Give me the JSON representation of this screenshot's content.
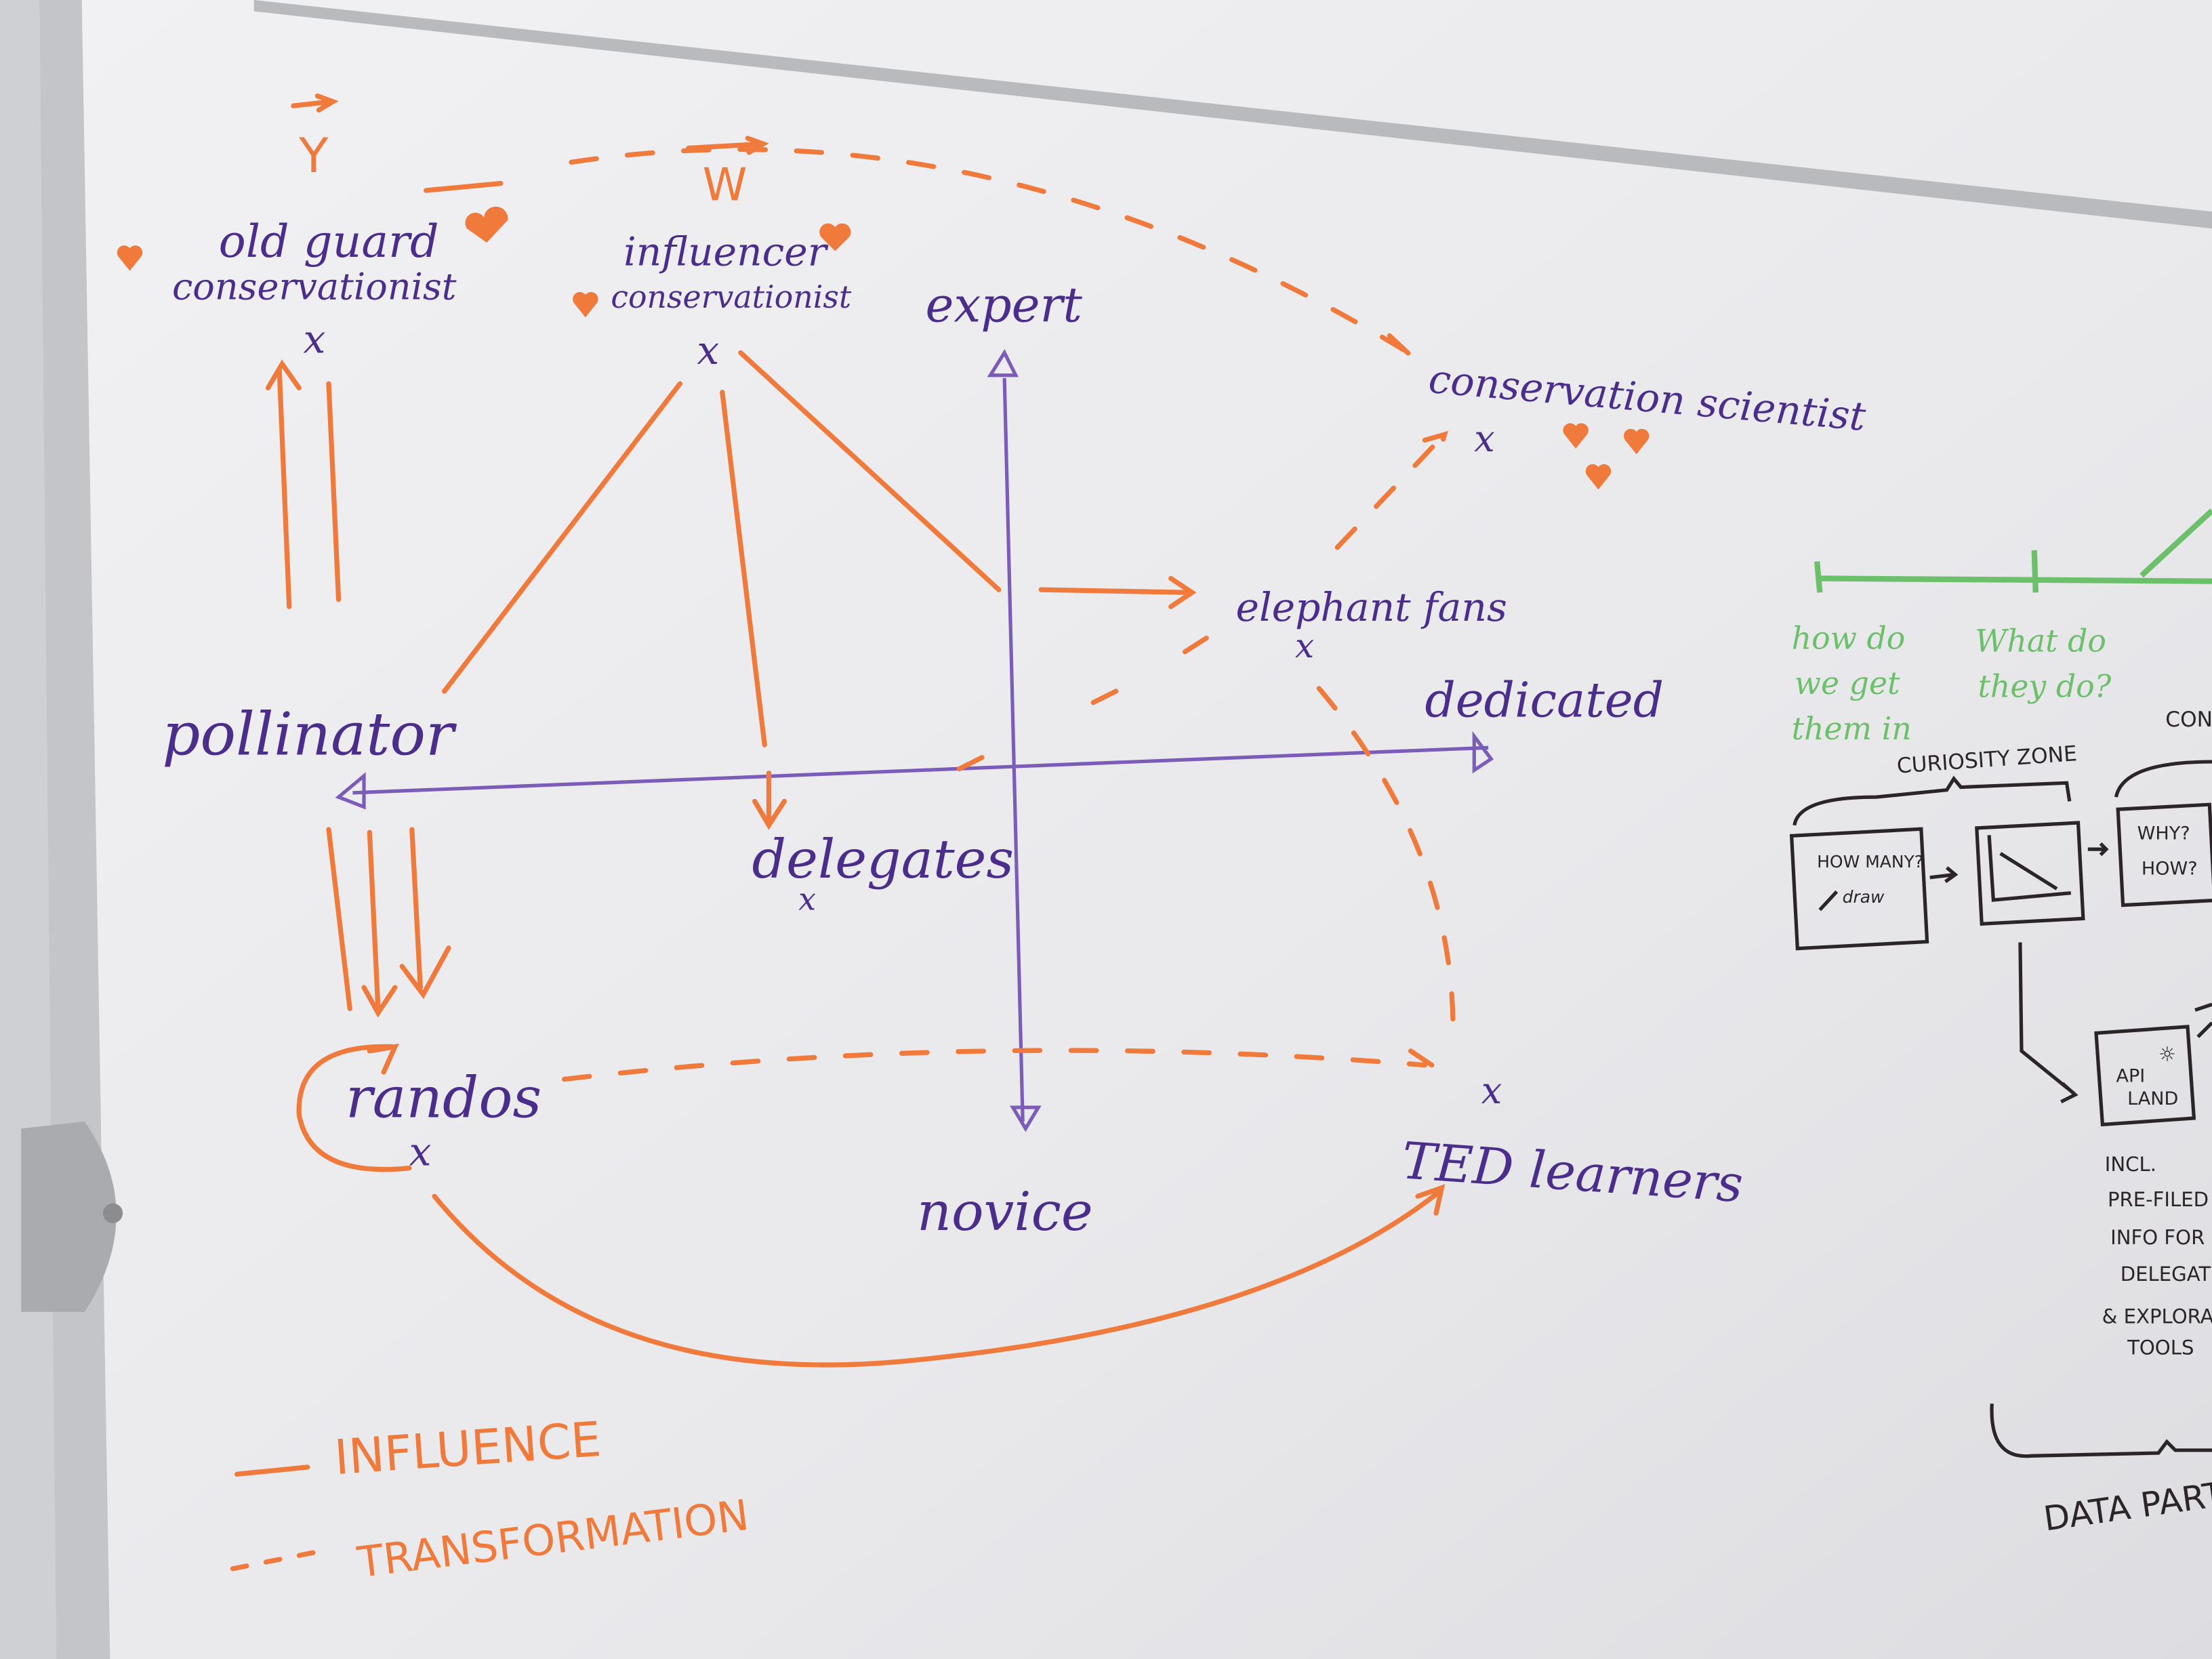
{
  "diagram": {
    "nodes": {
      "old_guard_1": "old guard",
      "old_guard_2": "conservationist",
      "influencer_1": "influencer",
      "influencer_2": "conservationist",
      "expert": "expert",
      "conservation_scientist": "conservation scientist",
      "elephant_fans": "elephant fans",
      "dedicated": "dedicated",
      "pollinator": "pollinator",
      "delegates": "delegates",
      "randos": "randos",
      "novice": "novice",
      "ted_learners": "TED learners"
    },
    "markers": {
      "y": "Y",
      "w": "W",
      "x": "x"
    },
    "legend": {
      "influence": "INFLUENCE",
      "transformation": "TRANSFORMATION"
    },
    "colors": {
      "purple": "#4b2e8c",
      "orange": "#f07a3c",
      "green": "#6cc06a",
      "black": "#2b2528"
    }
  },
  "journey": {
    "green_1": [
      "how do",
      "we get",
      "them in"
    ],
    "green_2": [
      "What do",
      "they do?"
    ],
    "curiosity_zone": "CURIOSITY ZONE",
    "con_partial": "CON",
    "how_many": "HOW MANY?",
    "draw": "draw",
    "why": "WHY?",
    "how": "HOW?",
    "api_land": [
      "API",
      "LAND"
    ],
    "notes": [
      "INCL.",
      "PRE-FILED",
      "INFO FOR",
      "DELEGATES",
      "& EXPLORATO",
      "TOOLS"
    ],
    "data_party": "DATA PARTY!"
  }
}
